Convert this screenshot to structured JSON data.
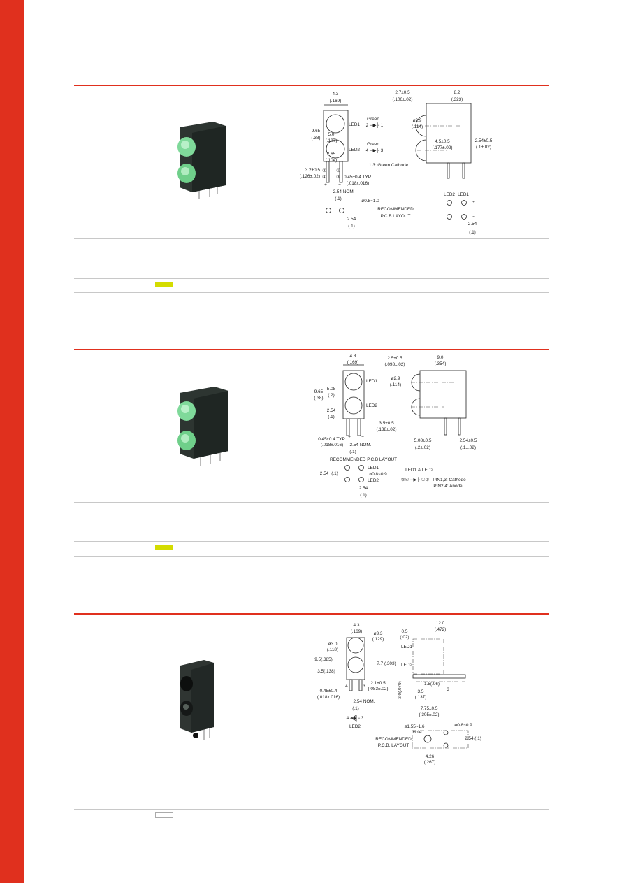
{
  "colors": {
    "brand_red": "#e0301e",
    "swatch_green": "#d4dc00",
    "swatch_white": "#ffffff",
    "led_green": "#7fd99a"
  },
  "sections": [
    {
      "drawing": {
        "width": "4.3",
        "width_in": "(.169)",
        "height": "9.65",
        "height_in": "(.38)",
        "pitch": "5.0",
        "pitch_in": "(.197)",
        "base": "2.65",
        "base_in": "(.104)",
        "standoff": "3.2±0.5",
        "standoff_in": "(.126±.02)",
        "led1": "LED1",
        "led2": "LED2",
        "led1_color": "Green",
        "led2_color": "Green",
        "led1_pins": "2 ─▶├ 1",
        "led2_pins": "4 ─▶├ 3",
        "cathode_note": "1,3: Green Cathode",
        "pin_num_2": "②",
        "pin_num_4": "④",
        "pin_num_1": "①",
        "pin_num_3": "③",
        "lead": "0.45±0.4 TYP.",
        "lead_in": "(.018x.016)",
        "plus": "+",
        "minus": "−",
        "pin_pitch": "2.54 NOM.",
        "pin_pitch_in": "(.1)",
        "hole": "ø0.8~1.0",
        "pcb_1": "RECOMMENDED",
        "pcb_2": "P.C.B LAYOUT",
        "pcb_pitch": "2.54",
        "pcb_pitch_in": "(.1)",
        "side_offset": "2.7±0.5",
        "side_offset_in": "(.106±.02)",
        "depth": "8.2",
        "depth_in": "(.323)",
        "lens": "ø2.9",
        "lens_in": "(.114)",
        "lead_pos": "4.5±0.5",
        "lead_pos_in": "(.177±.02)",
        "lead_sp": "2.54±0.5",
        "lead_sp_in": "(.1±.02)",
        "pcb_led2": "LED2",
        "pcb_led1": "LED1",
        "pcb_r_pitch": "2.54",
        "pcb_r_pitch_in": "(.1)"
      }
    },
    {
      "drawing": {
        "width": "4.3",
        "width_in": "(.169)",
        "height": "9.65",
        "height_in": "(.38)",
        "pitch": "5.08",
        "pitch_in": "(.2)",
        "base": "2.54",
        "base_in": "(.1)",
        "led1": "LED1",
        "led2": "LED2",
        "standoff": "3.5±0.5",
        "standoff_in": "(.138±.02)",
        "lead": "0.45x0.4 TYP.",
        "lead_in": "(.018x.016)",
        "plus": "+",
        "minus": "−",
        "pin_pitch": "2.54 NOM.",
        "pin_pitch_in": "(.1)",
        "pcb": "RECOMMENDED  P.C.B  LAYOUT",
        "pcb_v": "2.54",
        "pcb_v_in": "(.1)",
        "pcb_led1": "LED1",
        "pcb_led2": "LED2",
        "hole": "ø0.8~0.9",
        "pcb_h": "2.54",
        "pcb_h_in": "(.1)",
        "side_offset": "2.5±0.5",
        "side_offset_in": "(.098±.02)",
        "depth": "9.0",
        "depth_in": "(.354)",
        "lens": "ø2.9",
        "lens_in": "(.114)",
        "lead_pos": "5.08±0.5",
        "lead_pos_in": "(.2±.02)",
        "lead_sp": "2.54±0.5",
        "lead_sp_in": "(.1±.02)",
        "legend_title": "LED1 & LED2",
        "legend_symbol": "②④ ─▶├ ①③",
        "legend_cathode": "PIN1,3: Cathode",
        "legend_anode": "PIN2,4: Anode"
      }
    },
    {
      "drawing": {
        "width": "4.3",
        "width_in": "(.169)",
        "hole_top": "ø3.3",
        "hole_top_in": "(.129)",
        "lens": "ø3.0",
        "lens_in": "(.118)",
        "height": "9.5(.385)",
        "led_height": "7.7 (.303)",
        "base": "3.5(.138)",
        "standoff": "2.1±0.5",
        "standoff_in": "(.083±.02)",
        "pin4": "4",
        "pin3": "3",
        "lead": "0.45±0.4",
        "lead_in": "(.018x.016)",
        "pin_pitch": "2.54 NOM.",
        "pin_pitch_in": "(.1)",
        "symbol": "4 ─▶├ 3",
        "symbol_label": "LED2",
        "depth": "12.0",
        "depth_in": "(.472)",
        "offset": "0.5",
        "offset_in": "(.02)",
        "led1": "LED1",
        "led2": "LED2",
        "small": "1.5(.06)",
        "side_pin": "3",
        "vert": "2.0(.079)",
        "lead_pos": "3.5",
        "lead_pos_in": "(.137)",
        "total": "7.75±0.5",
        "total_in": "(.305±.02)",
        "hole_big": "ø1.55~1.6",
        "hole_big_label": "Hole",
        "hole_small": "ø0.8~0.9",
        "pcb_1": "RECOMMENDED",
        "pcb_2": "P.C.B. LAYOUT",
        "pcb_v": "2.54 (.1)",
        "pcb_h": "4.26",
        "pcb_h_in": "(.267)"
      }
    }
  ]
}
